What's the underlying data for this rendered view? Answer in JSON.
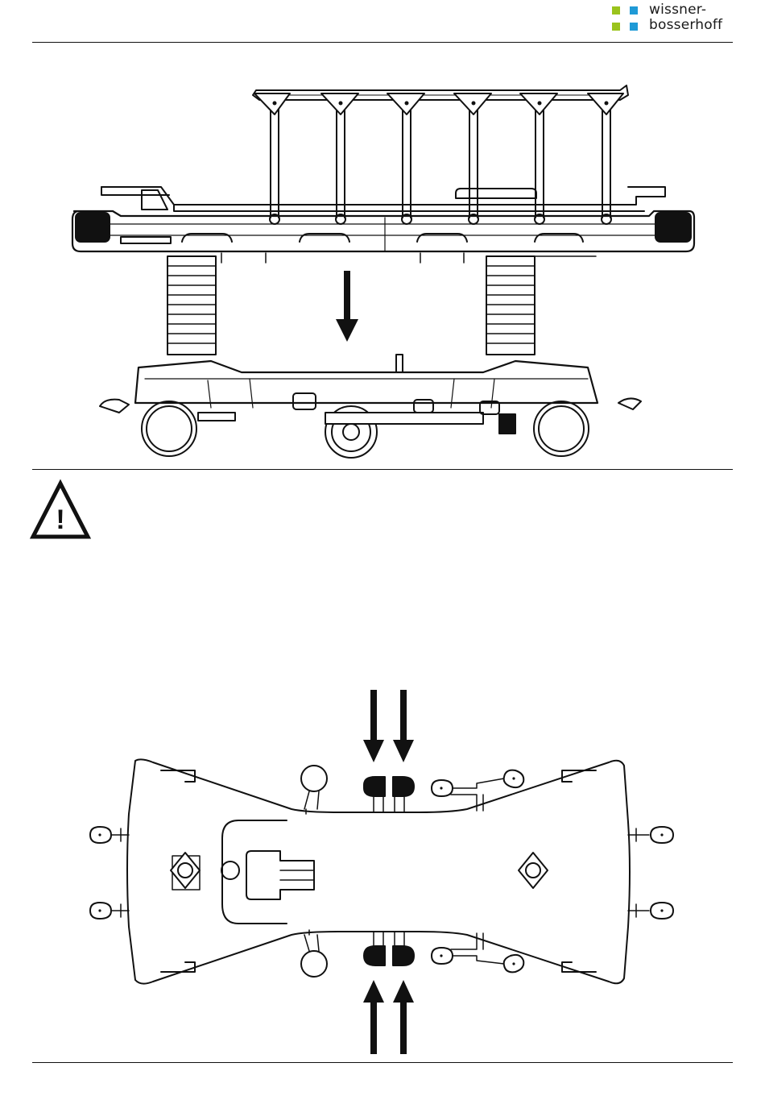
{
  "brand": {
    "line1": "wissner-",
    "line2": "bosserhoff",
    "colors": {
      "green": "#9ac31c",
      "blue": "#1f9ad6"
    }
  },
  "figures": {
    "side_view": {
      "icon": "stretcher-side-view-lowering-illustration"
    },
    "warning": {
      "icon": "warning-triangle-icon",
      "symbol": "!"
    },
    "top_view": {
      "icon": "stretcher-base-top-view-pedals-illustration"
    }
  }
}
